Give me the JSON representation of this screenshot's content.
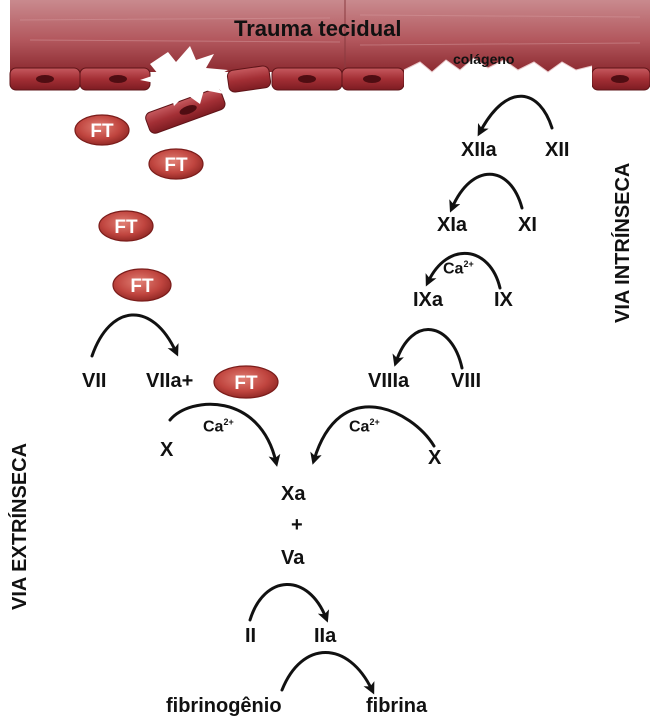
{
  "header": {
    "title": "Trauma tecidual",
    "collagen": "colágeno"
  },
  "labels": {
    "ft": "FT",
    "intrinsic_path": "VIA INTRÍNSECA",
    "extrinsic_path": "VIA EXTRÍNSECA",
    "xiia": "XIIa",
    "xii": "XII",
    "xia": "XIa",
    "xi": "XI",
    "ca_base": "Ca",
    "ca_sup": "2+",
    "ixa": "IXa",
    "ix": "IX",
    "viiia": "VIIIa",
    "viii": "VIII",
    "vii": "VII",
    "viia_plus": "VIIa+",
    "x": "X",
    "xa": "Xa",
    "plus": "+",
    "va": "Va",
    "ii": "II",
    "iia": "IIa",
    "fibrinogen": "fibrinogênio",
    "fibrin": "fibrina"
  },
  "colors": {
    "tissue_top": "#c9787d",
    "tissue_dark": "#7a1f24",
    "cell": "#a8343a",
    "nucleus": "#5a0f14",
    "ft_fill": "#c0453f",
    "ft_edge": "#7a1c1a",
    "arrow": "#111111"
  }
}
